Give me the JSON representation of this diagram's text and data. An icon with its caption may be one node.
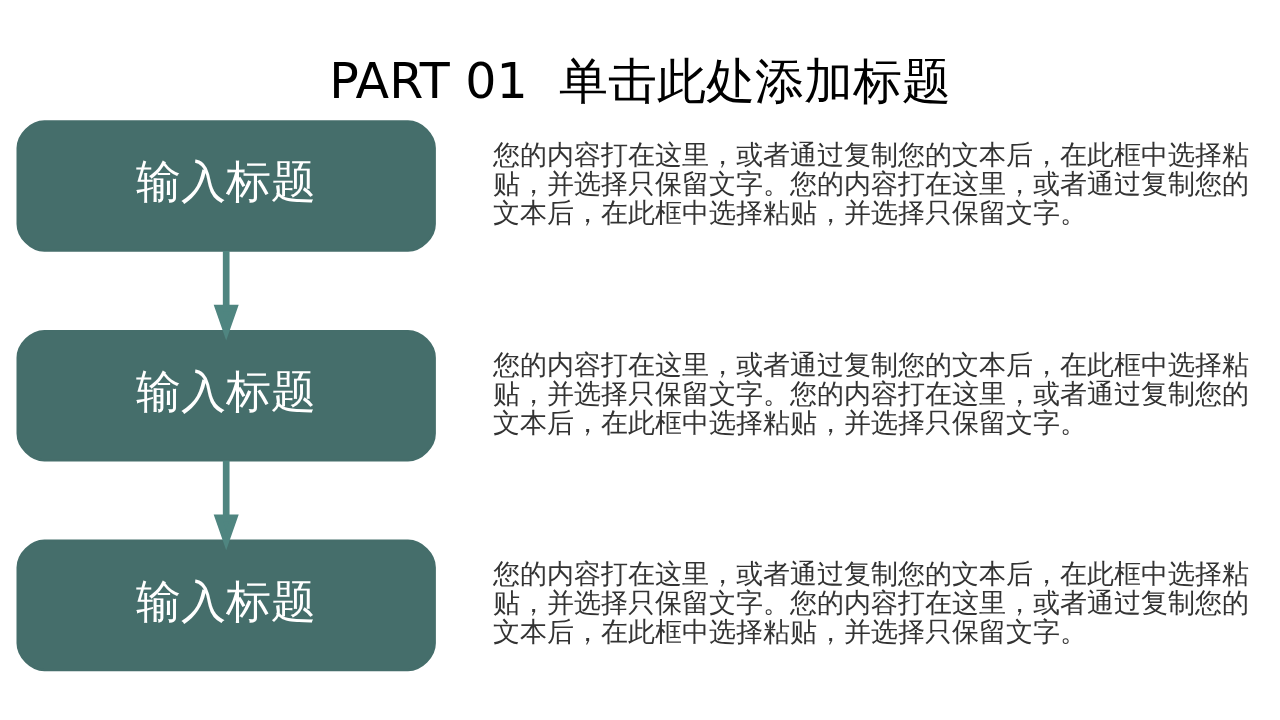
{
  "diagram": {
    "title": "PART 01  单击此处添加标题",
    "nodes": [
      {
        "text": [
          "输入标题"
        ],
        "beside": [
          "您的内容打在这里，或者通过复制您的文本后，在此框中选择粘贴，并选择只保留文字。您的内容打在这里，或者通过复制您的文本后，在此框中选择粘贴，并选择只保留文字。"
        ]
      },
      {
        "text": [
          "输入标题"
        ],
        "beside": [
          "您的内容打在这里，或者通过复制您的文本后，在此框中选择粘贴，并选择只保留文字。您的内容打在这里，或者通过复制您的文本后，在此框中选择粘贴，并选择只保留文字。"
        ]
      },
      {
        "text": [
          "输入标题"
        ],
        "beside": [
          "您的内容打在这里，或者通过复制您的文本后，在此框中选择粘贴，并选择只保留文字。您的内容打在这里，或者通过复制您的文本后，在此框中选择粘贴，并选择只保留文字。"
        ]
      }
    ],
    "edges": [
      {
        "from": 0,
        "to": 1,
        "arrow": "to"
      },
      {
        "from": 1,
        "to": 2,
        "arrow": "to"
      }
    ]
  }
}
